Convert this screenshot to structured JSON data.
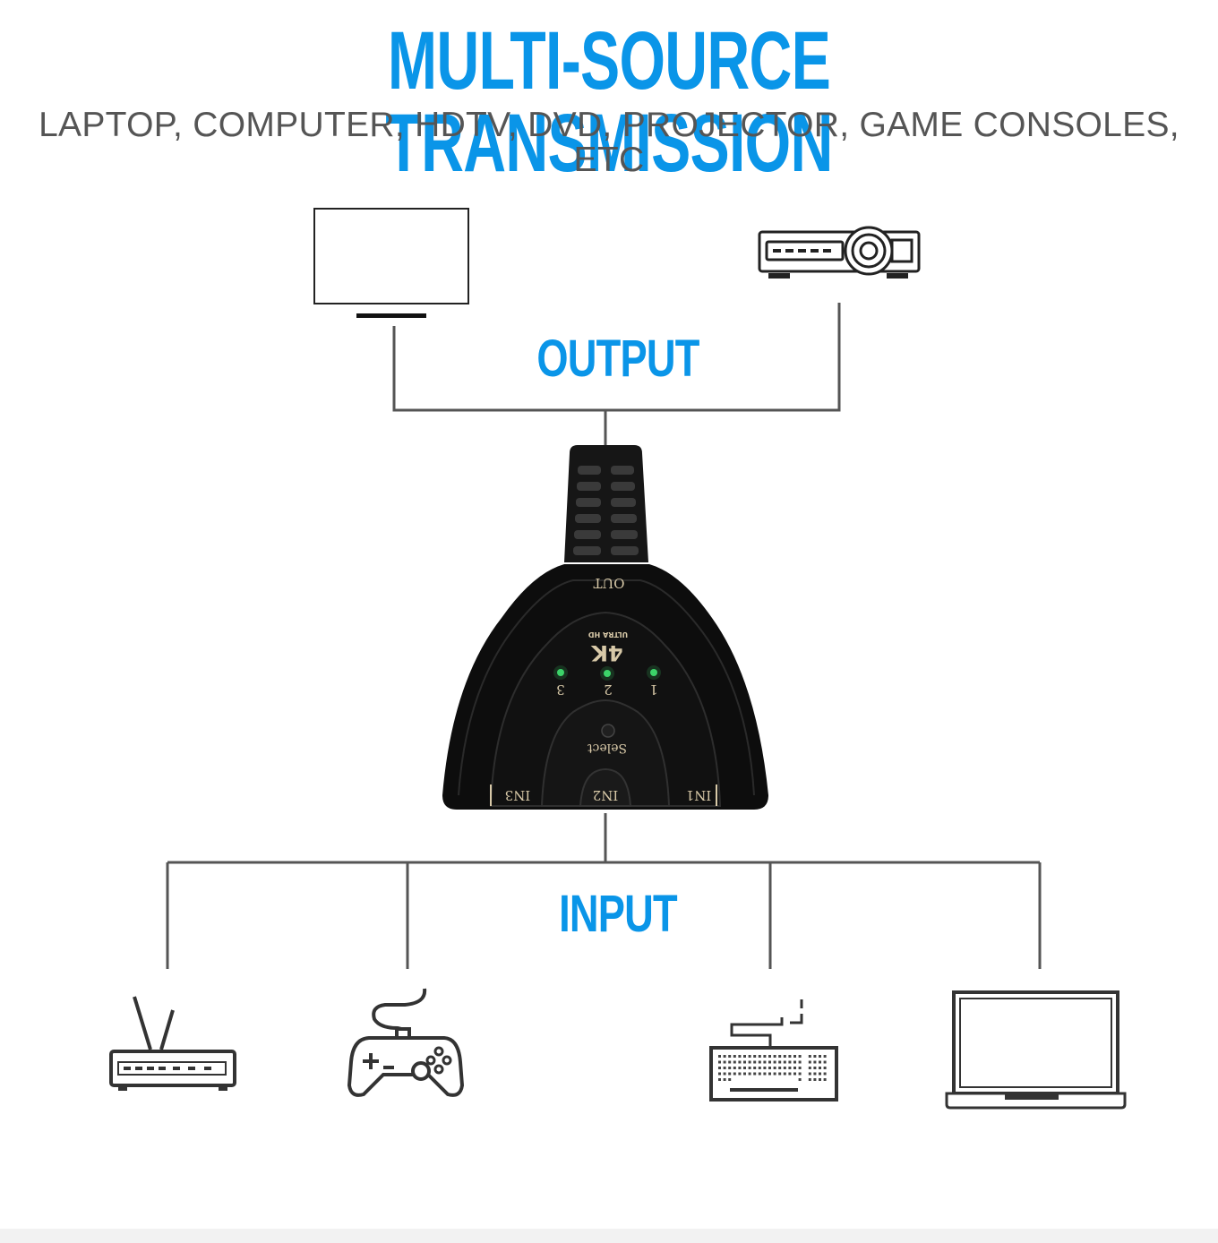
{
  "title": "MULTI-SOURCE TRANSMISSION",
  "subtitle": "LAPTOP, COMPUTER, HDTV, DVD, PROJECTOR, GAME CONSOLES, ETC",
  "output_label": "OUTPUT",
  "input_label": "INPUT",
  "colors": {
    "accent": "#0a95e8",
    "line": "#555555",
    "device": "#111111",
    "led": "#3cd46a",
    "print": "#d8c9a8"
  },
  "output_devices": [
    {
      "icon": "monitor-icon"
    },
    {
      "icon": "projector-icon"
    }
  ],
  "input_devices": [
    {
      "icon": "router-icon"
    },
    {
      "icon": "gamepad-icon"
    },
    {
      "icon": "keyboard-icon"
    },
    {
      "icon": "laptop-icon"
    }
  ],
  "switch": {
    "out_label": "OUT",
    "badge": "4K",
    "badge_sub": "ULTRA HD",
    "port_numbers": [
      "3",
      "2",
      "1"
    ],
    "select_label": "Select",
    "input_ports": [
      "IN3",
      "IN2",
      "IN1"
    ]
  }
}
